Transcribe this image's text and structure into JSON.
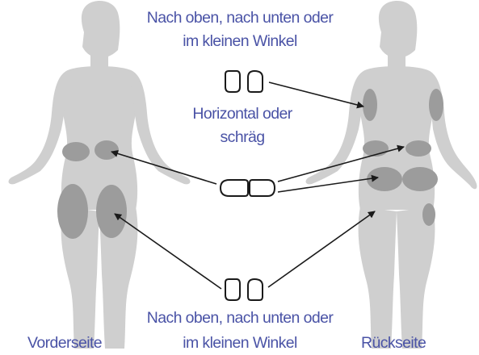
{
  "labels": {
    "top_line1": "Nach oben, nach unten oder",
    "top_line2": "im kleinen Winkel",
    "middle_line1": "Horizontal oder",
    "middle_line2": "schräg",
    "bottom_line1": "Nach oben, nach unten oder",
    "bottom_line2": "im kleinen Winkel",
    "front": "Vorderseite",
    "back": "Rückseite"
  },
  "colors": {
    "text": "#4a53a6",
    "body": "#cfcfcf",
    "site": "#9c9c9c",
    "arrow": "#1a1a1a"
  },
  "icons": {
    "vertical_pods": "pod-pair-vertical-icon",
    "horizontal_pods": "pod-pair-horizontal-icon"
  }
}
